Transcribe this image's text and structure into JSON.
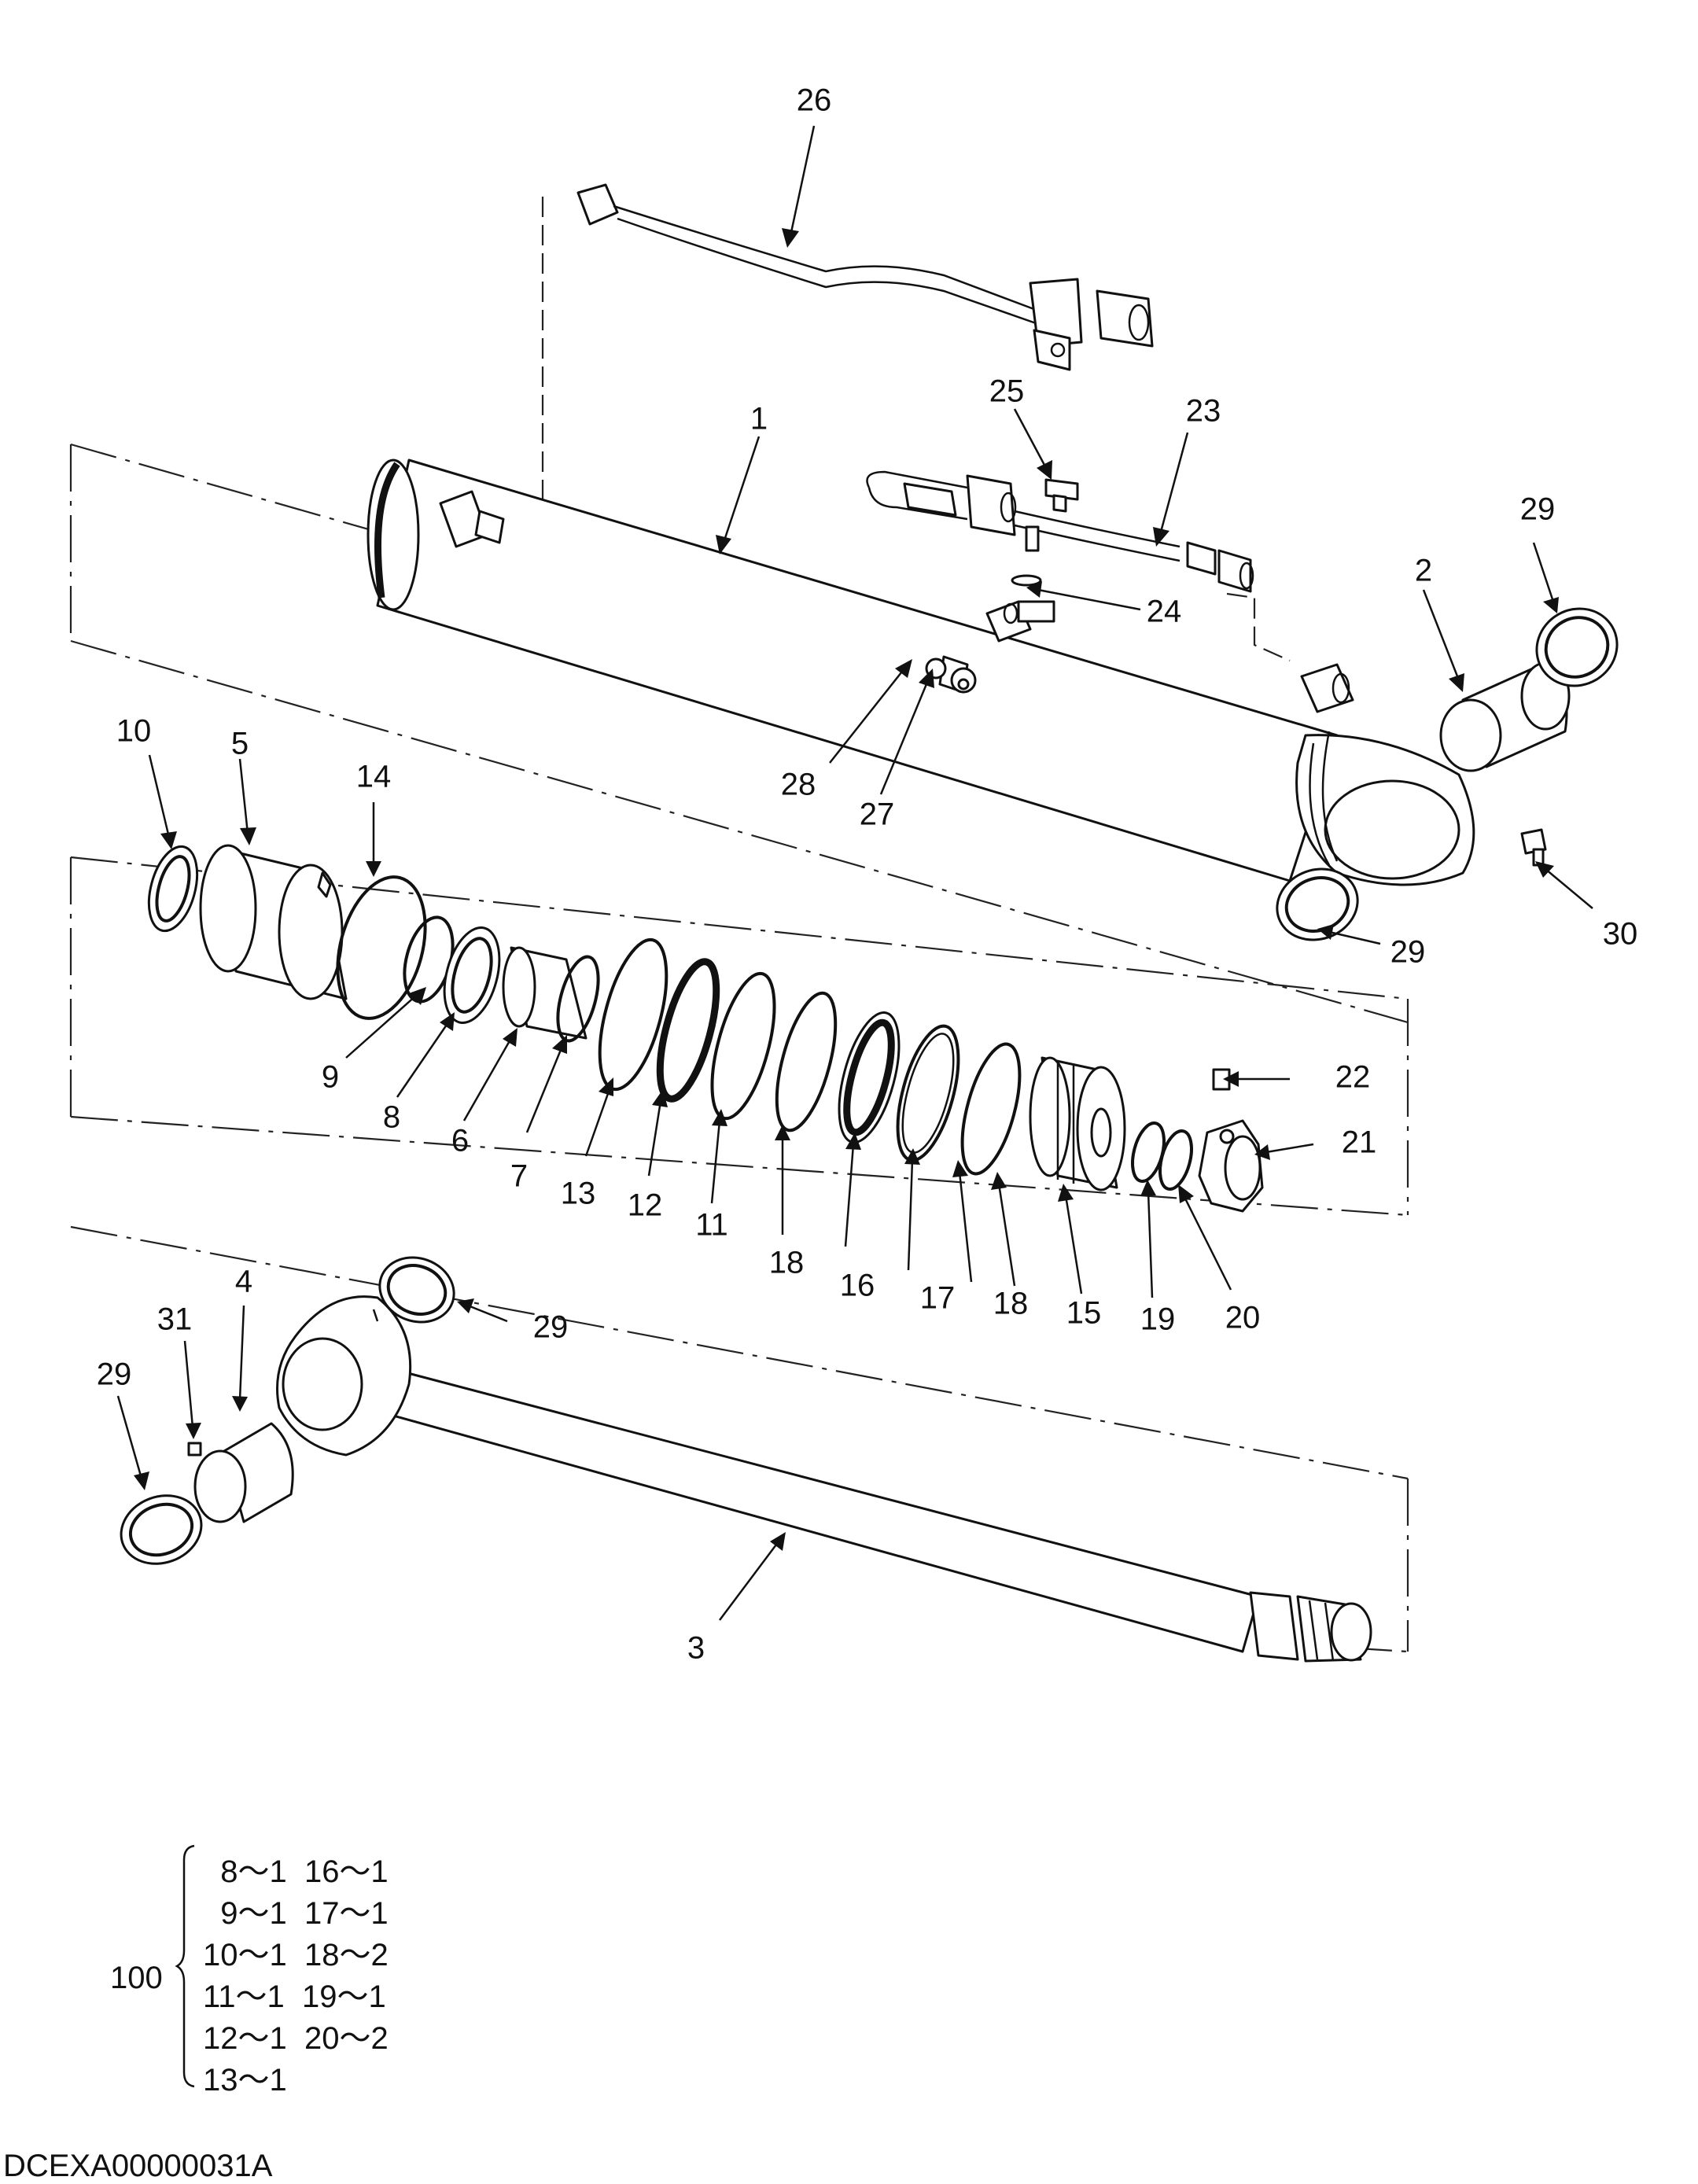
{
  "callouts": {
    "c1": "1",
    "c2": "2",
    "c3": "3",
    "c4": "4",
    "c5": "5",
    "c6": "6",
    "c7": "7",
    "c8": "8",
    "c9": "9",
    "c10": "10",
    "c11a": "11",
    "c12": "12",
    "c13": "13",
    "c14": "14",
    "c15": "15",
    "c16": "16",
    "c17": "17",
    "c18a": "18",
    "c18b": "18",
    "c19": "19",
    "c20": "20",
    "c21": "21",
    "c22": "22",
    "c23": "23",
    "c24": "24",
    "c25": "25",
    "c26": "26",
    "c27": "27",
    "c28": "28",
    "c29a": "29",
    "c29b": "29",
    "c29c": "29",
    "c29d": "29",
    "c30": "30",
    "c31": "31"
  },
  "kit": {
    "label": "100",
    "lines": [
      "  8～1  16～1",
      "  9～1  17～1",
      "10～1  18～2",
      "11～1  19～1",
      "12～1  20～2",
      "13～1"
    ]
  },
  "document_code": "DCEXA00000031A"
}
